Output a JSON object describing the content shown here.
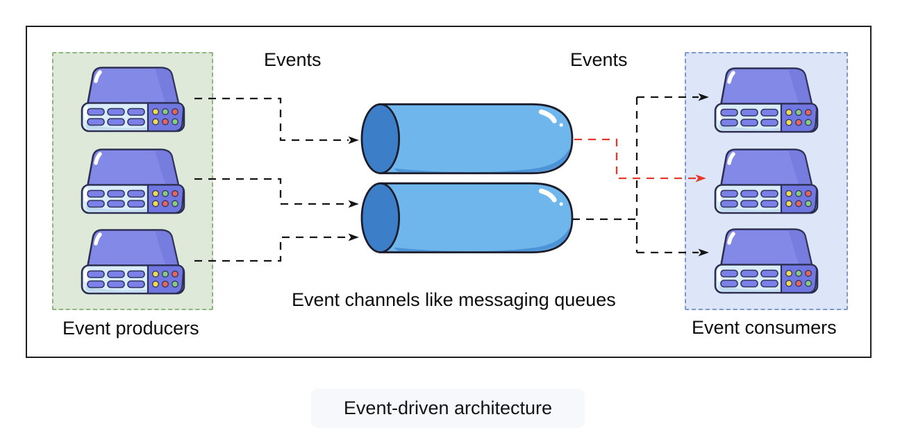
{
  "diagram": {
    "caption": "Event-driven architecture",
    "labels": {
      "events_left": "Events",
      "events_right": "Events",
      "channels_caption": "Event channels like messaging queues",
      "producers_group": "Event producers",
      "consumers_group": "Event consumers"
    },
    "groups": {
      "producers": {
        "label": "Event producers",
        "server_count": 3,
        "box_fill": "#dfe9da",
        "box_border": "#8db57d"
      },
      "consumers": {
        "label": "Event consumers",
        "server_count": 3,
        "box_fill": "#dce6f8",
        "box_border": "#7e98cc"
      }
    },
    "channels": {
      "count": 2,
      "body_fill": "#6fb6ec",
      "cap_fill": "#3c7ec7"
    },
    "edges": [
      {
        "from": "producer-1",
        "to": "channel-1",
        "style": "dashed",
        "color": "#141414"
      },
      {
        "from": "producer-2",
        "to": "channel-2",
        "style": "dashed",
        "color": "#141414"
      },
      {
        "from": "producer-3",
        "to": "channel-2",
        "style": "dashed",
        "color": "#141414"
      },
      {
        "from": "channel-1",
        "to": "consumer-2",
        "style": "dashed",
        "color": "#e8382a"
      },
      {
        "from": "channel-2",
        "to": "consumer-1",
        "style": "dashed",
        "color": "#141414"
      },
      {
        "from": "channel-2",
        "to": "consumer-3",
        "style": "dashed",
        "color": "#141414"
      }
    ],
    "icons": {
      "server-icon": {
        "shape": "inline-svg",
        "top_fill": "#8389e6",
        "panel_fill": "#d9ecfb",
        "side_fill": "#7177e0",
        "slot_fill": "#7b81e8",
        "led_row1": [
          "#efdb52",
          "#87cb81",
          "#e3675c"
        ],
        "led_row2": [
          "#efdb52",
          "#e3675c",
          "#87cb81"
        ]
      },
      "cylinder-icon": {
        "shape": "inline-svg",
        "body_fill": "#6fb6ec",
        "cap_fill": "#3c7ec7"
      }
    },
    "colors": {
      "frame_border": "#1f1f1f",
      "edge_black": "#141414",
      "edge_red": "#e8382a",
      "caption_bg": "#f6f8fb",
      "background": "#ffffff"
    }
  }
}
